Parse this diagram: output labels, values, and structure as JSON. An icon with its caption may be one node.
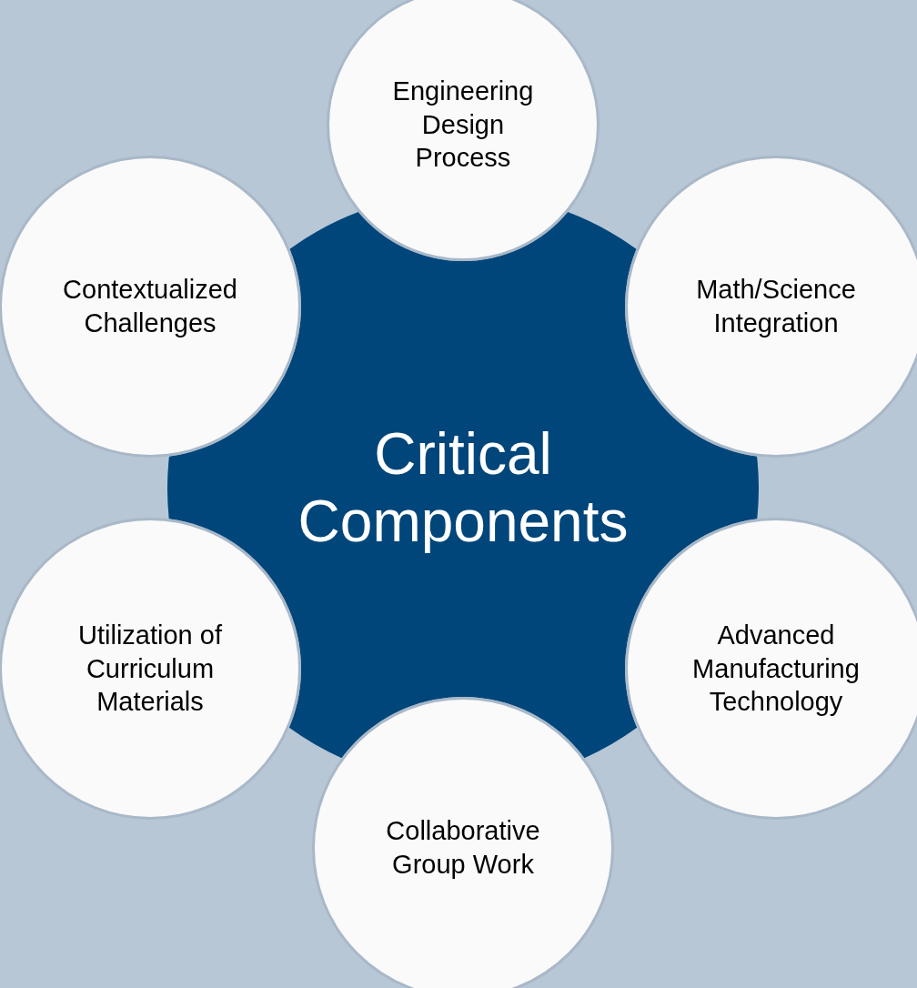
{
  "diagram": {
    "nodes": [
      {
        "text": [
          "Critical Components"
        ]
      },
      {
        "text": [
          "Engineering Design Process"
        ]
      },
      {
        "text": [
          "Math/Science Integration"
        ]
      },
      {
        "text": [
          "Advanced Manufacturing Technology"
        ]
      },
      {
        "text": [
          "Collaborative Group Work"
        ]
      },
      {
        "text": [
          "Utilization of Curriculum Materials"
        ]
      },
      {
        "text": [
          "Contextualized Challenges"
        ]
      }
    ]
  }
}
